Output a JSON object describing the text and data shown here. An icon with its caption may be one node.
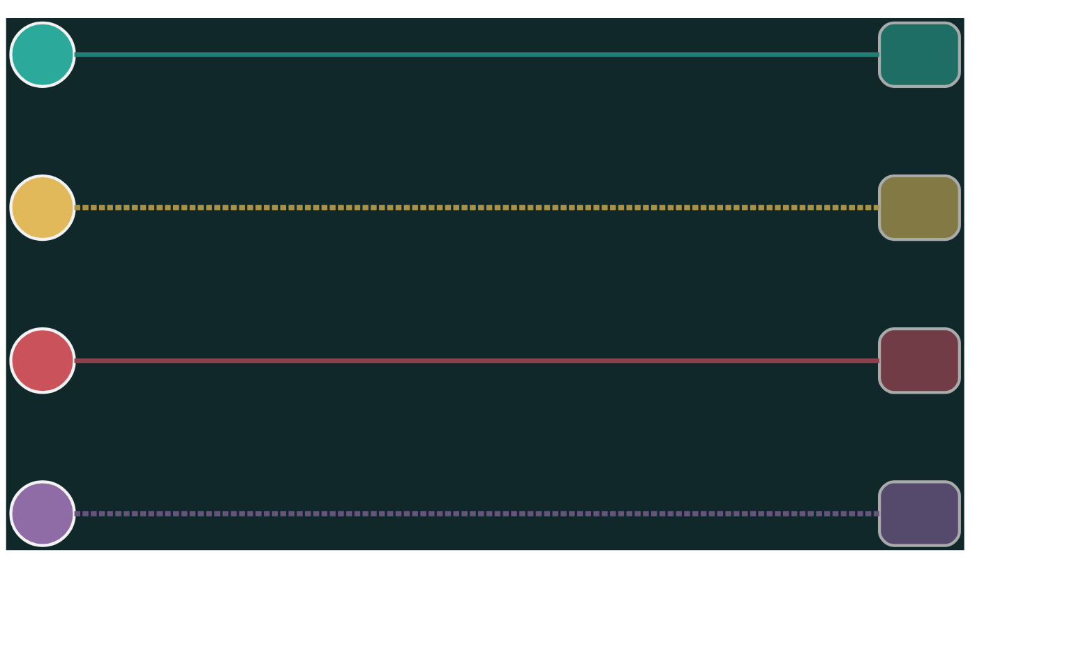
{
  "diagram": {
    "nodes": [
      {
        "text": [],
        "shape": "circle"
      },
      {
        "text": [],
        "shape": "circle"
      },
      {
        "text": [],
        "shape": "circle"
      },
      {
        "text": [],
        "shape": "circle"
      },
      {
        "text": [],
        "shape": "box"
      },
      {
        "text": [],
        "shape": "box"
      },
      {
        "text": [],
        "shape": "box"
      },
      {
        "text": [],
        "shape": "box"
      }
    ],
    "edges": [
      {
        "from": 0,
        "to": 4,
        "arrow": "none",
        "color": "#1f7f74"
      },
      {
        "from": 1,
        "to": 5,
        "arrow": "none",
        "style": "dashed",
        "color": "#a89148"
      },
      {
        "from": 2,
        "to": 6,
        "arrow": "none",
        "color": "#8e404b"
      },
      {
        "from": 3,
        "to": 7,
        "arrow": "none",
        "style": "dashed",
        "color": "#65557c"
      }
    ]
  }
}
